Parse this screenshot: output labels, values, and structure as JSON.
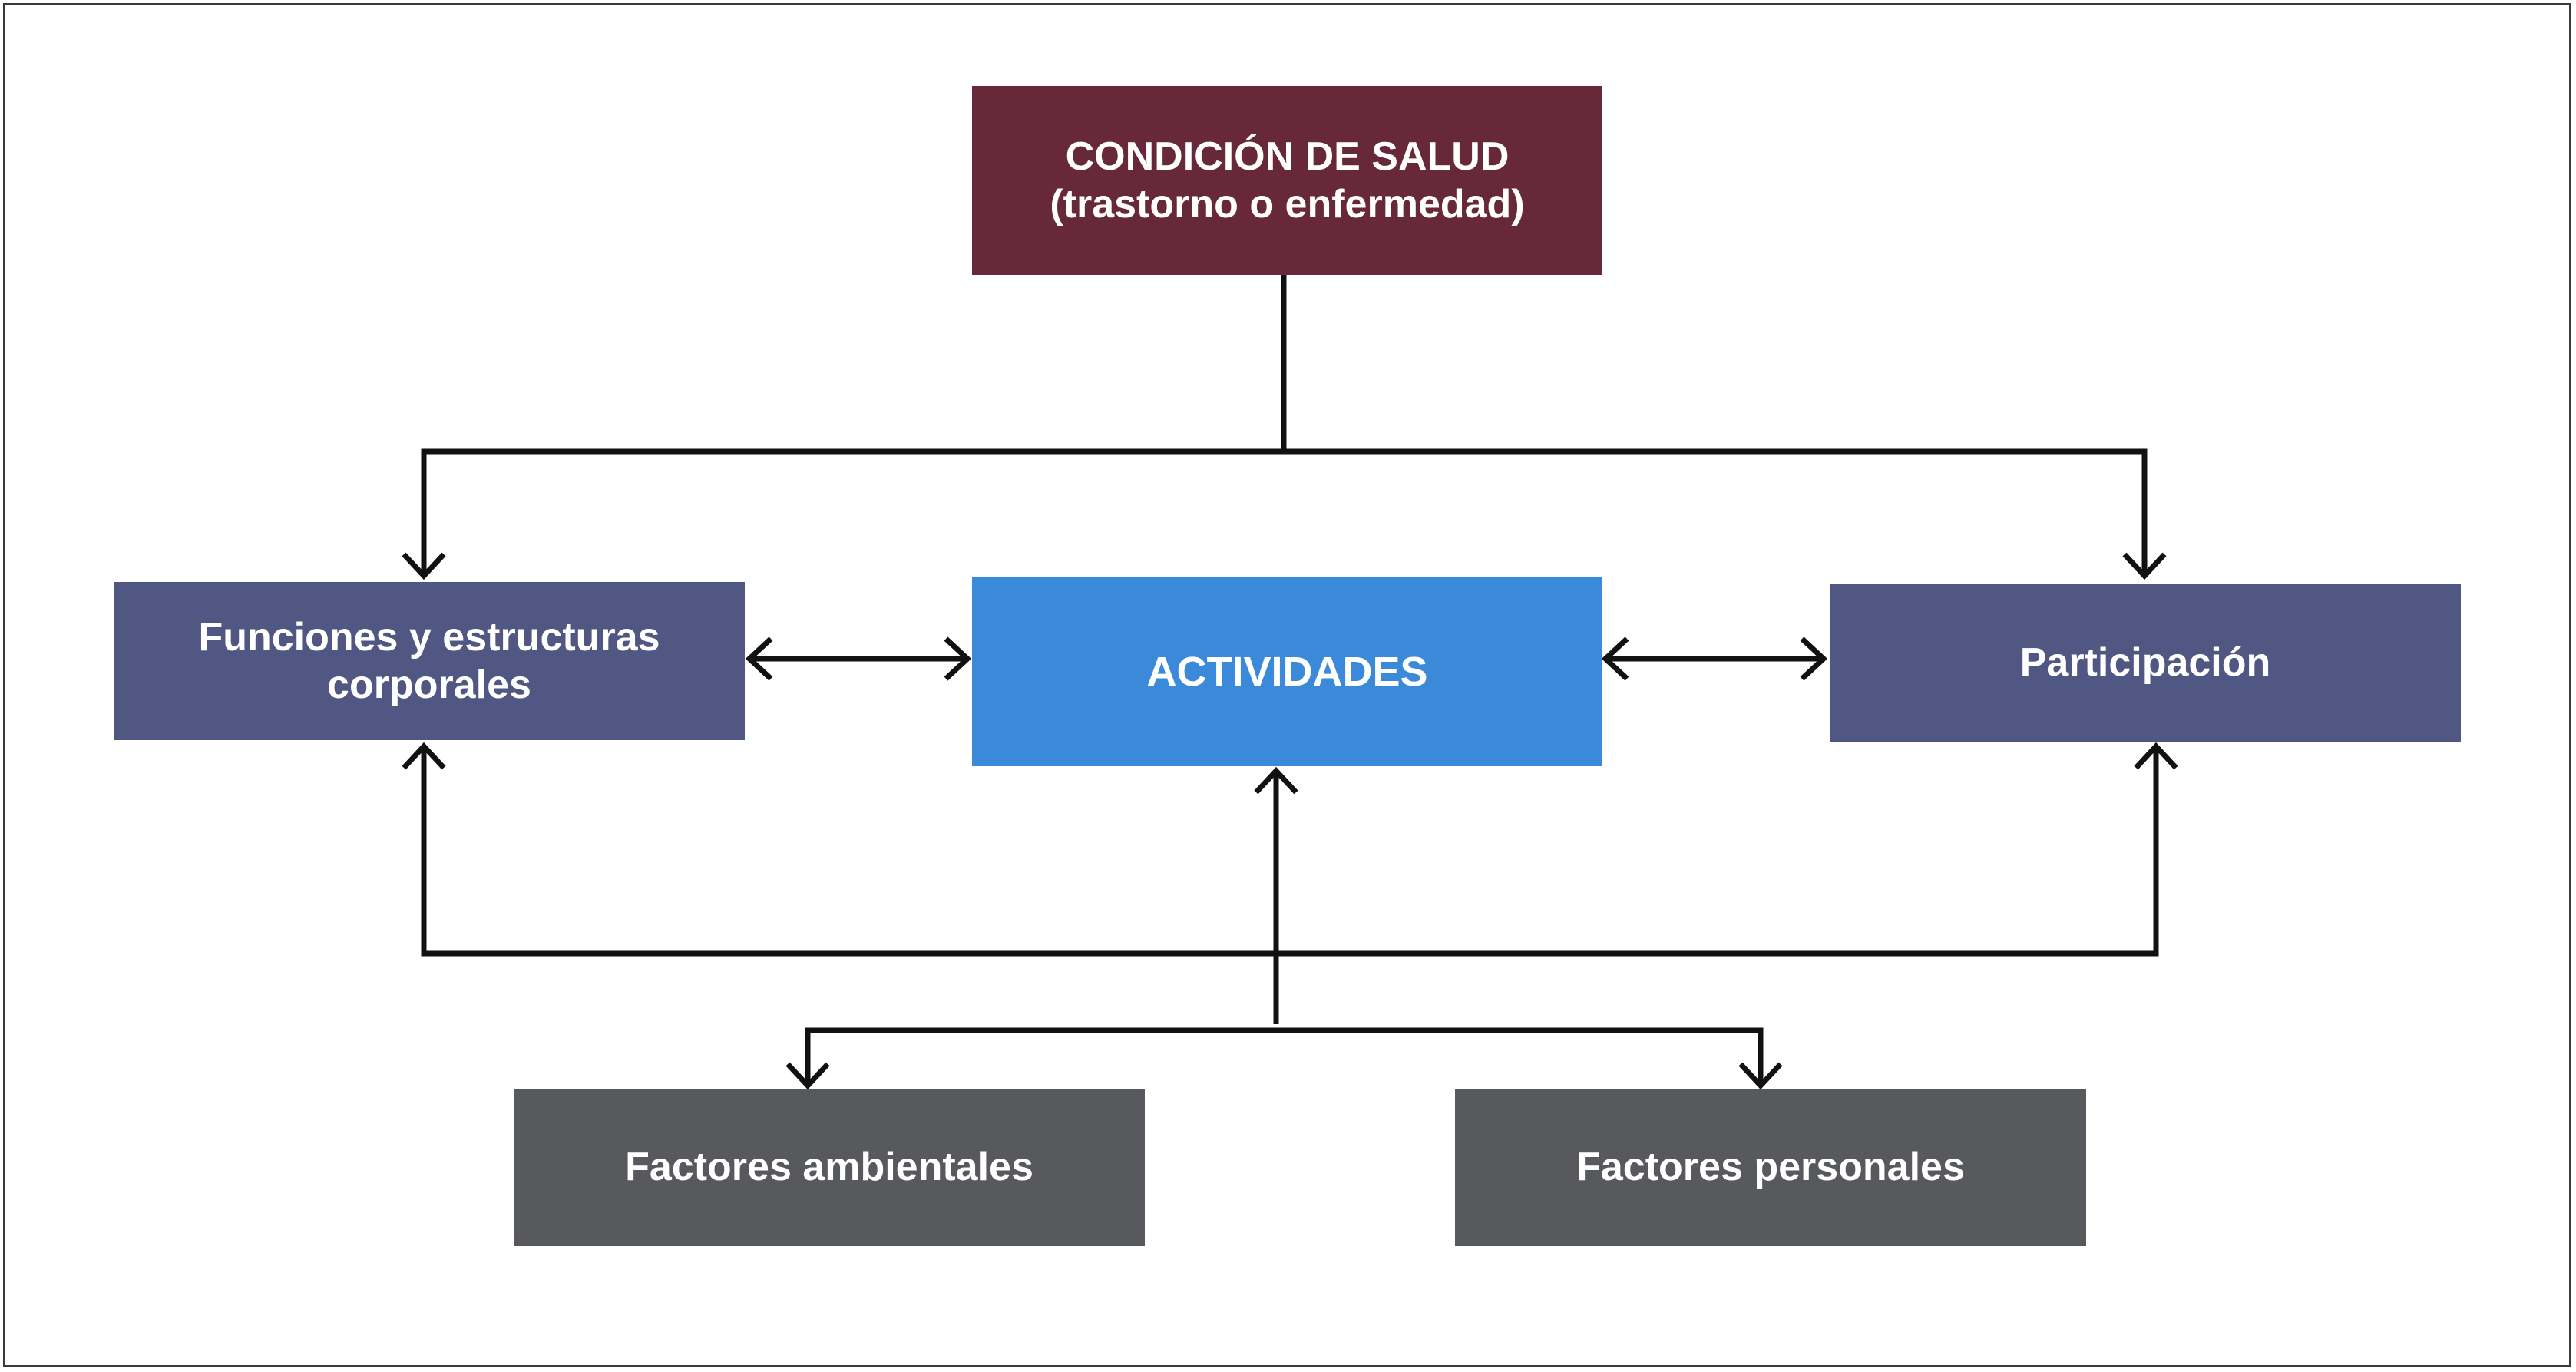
{
  "diagram": {
    "nodes": {
      "health_condition": {
        "line1": "CONDICIÓN DE SALUD",
        "line2": "(trastorno o enfermedad)"
      },
      "body_functions": {
        "line1": "Funciones y estructuras",
        "line2": "corporales"
      },
      "activities": {
        "label": "ACTIVIDADES"
      },
      "participation": {
        "label": "Participación"
      },
      "environmental_factors": {
        "label": "Factores ambientales"
      },
      "personal_factors": {
        "label": "Factores personales"
      }
    },
    "colors": {
      "health_condition": "#67283a",
      "body_functions": "#4f5782",
      "activities": "#3a8ad9",
      "participation": "#4f5782",
      "contextual_factors": "#58595d",
      "connector": "#111111"
    }
  }
}
